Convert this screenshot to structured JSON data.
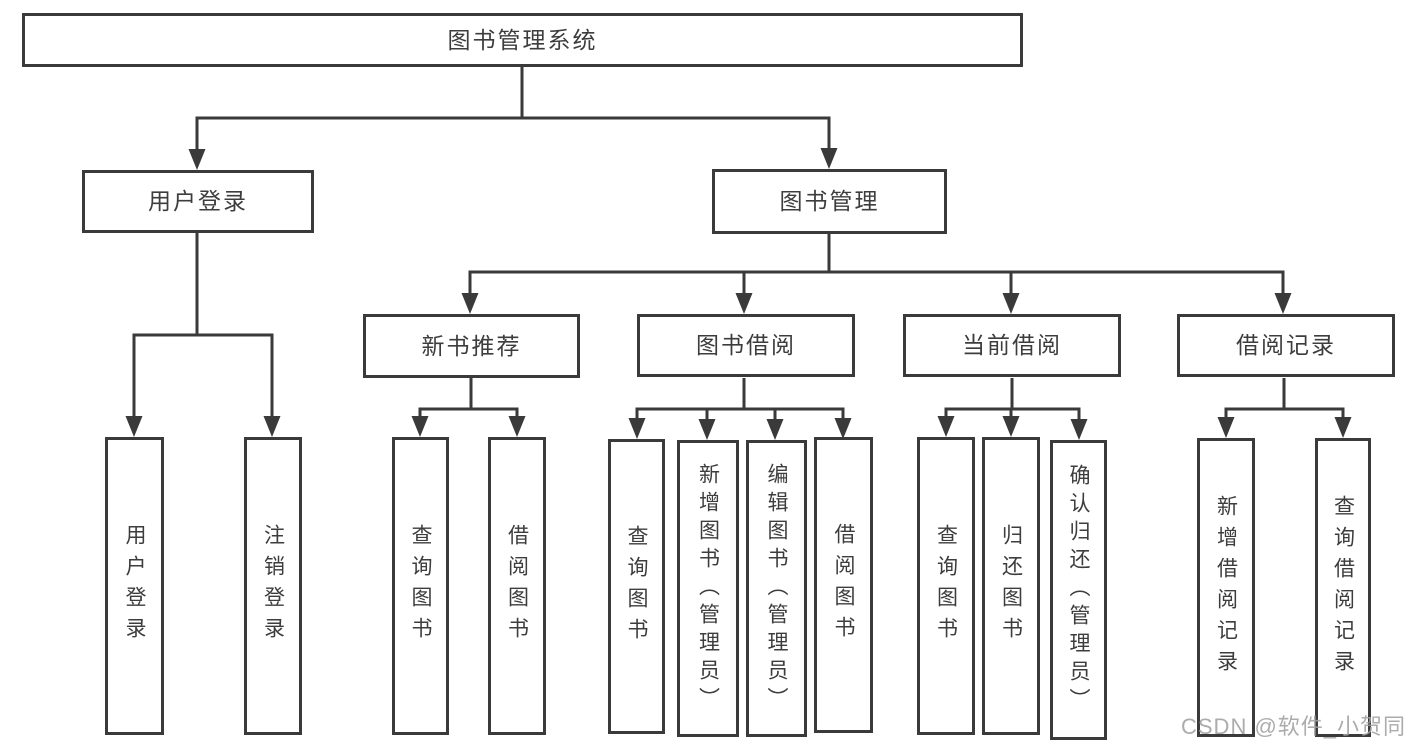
{
  "nodes": {
    "root": {
      "label": "图书管理系统"
    },
    "user_login": {
      "label": "用户登录"
    },
    "book_mgmt": {
      "label": "图书管理"
    },
    "new_book_rec": {
      "label": "新书推荐"
    },
    "book_borrow": {
      "label": "图书借阅"
    },
    "current_borrow": {
      "label": "当前借阅"
    },
    "borrow_records": {
      "label": "借阅记录"
    },
    "leaf_user_login": {
      "label": "用户登录"
    },
    "leaf_logout": {
      "label": "注销登录"
    },
    "leaf_query_book_rec": {
      "label": "查询图书"
    },
    "leaf_borrow_book_rec": {
      "label": "借阅图书"
    },
    "leaf_query_book_borrow": {
      "label": "查询图书"
    },
    "leaf_add_book_admin": {
      "label": "新增图书（管理员）"
    },
    "leaf_edit_book_admin": {
      "label": "编辑图书（管理员）"
    },
    "leaf_borrow_book_borrow": {
      "label": "借阅图书"
    },
    "leaf_query_book_current": {
      "label": "查询图书"
    },
    "leaf_return_book": {
      "label": "归还图书"
    },
    "leaf_confirm_return_admin": {
      "label": "确认归还（管理员）"
    },
    "leaf_add_borrow_record": {
      "label": "新增借阅记录"
    },
    "leaf_query_borrow_record": {
      "label": "查询借阅记录"
    }
  },
  "hierarchy": {
    "图书管理系统": {
      "用户登录": [
        "用户登录",
        "注销登录"
      ],
      "图书管理": {
        "新书推荐": [
          "查询图书",
          "借阅图书"
        ],
        "图书借阅": [
          "查询图书",
          "新增图书（管理员）",
          "编辑图书（管理员）",
          "借阅图书"
        ],
        "当前借阅": [
          "查询图书",
          "归还图书",
          "确认归还（管理员）"
        ],
        "借阅记录": [
          "新增借阅记录",
          "查询借阅记录"
        ]
      }
    }
  },
  "watermark": {
    "text": "CSDN @软件_小贺同学"
  },
  "colors": {
    "line": "#3a3a3a",
    "text": "#3d3d3d",
    "box_background": "#ffffff",
    "watermark": "#a0a0a0"
  }
}
